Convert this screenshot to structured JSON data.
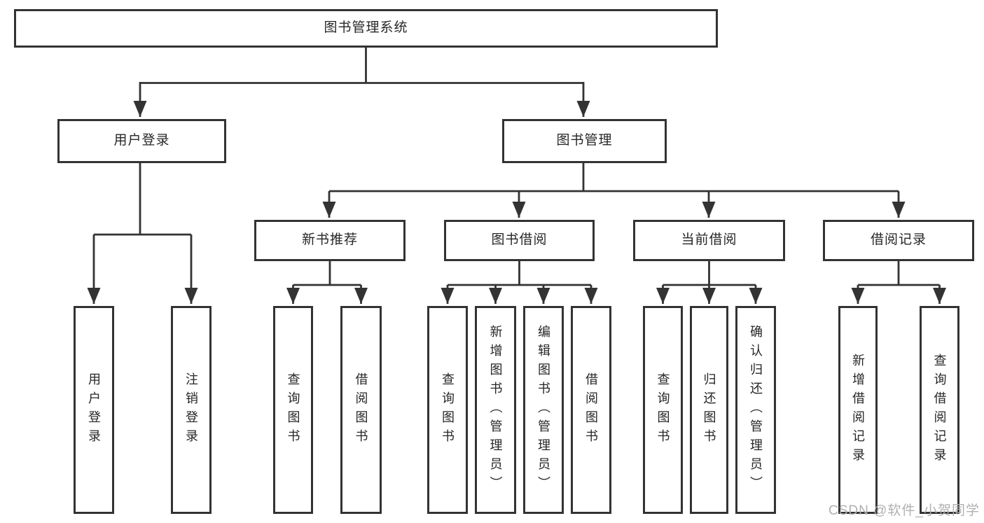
{
  "diagram": {
    "type": "hierarchy-tree",
    "line_color": "#333333",
    "text_color": "#262626",
    "background_color": "#ffffff"
  },
  "tree": {
    "root": {
      "label": "图书管理系统",
      "children": [
        {
          "label": "用户登录",
          "children": [
            {
              "label": "用户登录"
            },
            {
              "label": "注销登录"
            }
          ]
        },
        {
          "label": "图书管理",
          "children": [
            {
              "label": "新书推荐",
              "children": [
                {
                  "label": "查询图书"
                },
                {
                  "label": "借阅图书"
                }
              ]
            },
            {
              "label": "图书借阅",
              "children": [
                {
                  "label": "查询图书"
                },
                {
                  "label": "新增图书（管理员）"
                },
                {
                  "label": "编辑图书（管理员）"
                },
                {
                  "label": "借阅图书"
                }
              ]
            },
            {
              "label": "当前借阅",
              "children": [
                {
                  "label": "查询图书"
                },
                {
                  "label": "归还图书"
                },
                {
                  "label": "确认归还（管理员）"
                }
              ]
            },
            {
              "label": "借阅记录",
              "children": [
                {
                  "label": "新增借阅记录"
                },
                {
                  "label": "查询借阅记录"
                }
              ]
            }
          ]
        }
      ]
    }
  },
  "watermark": {
    "text": "CSDN @软件_小贺同学",
    "color": "#b0b0b0"
  }
}
